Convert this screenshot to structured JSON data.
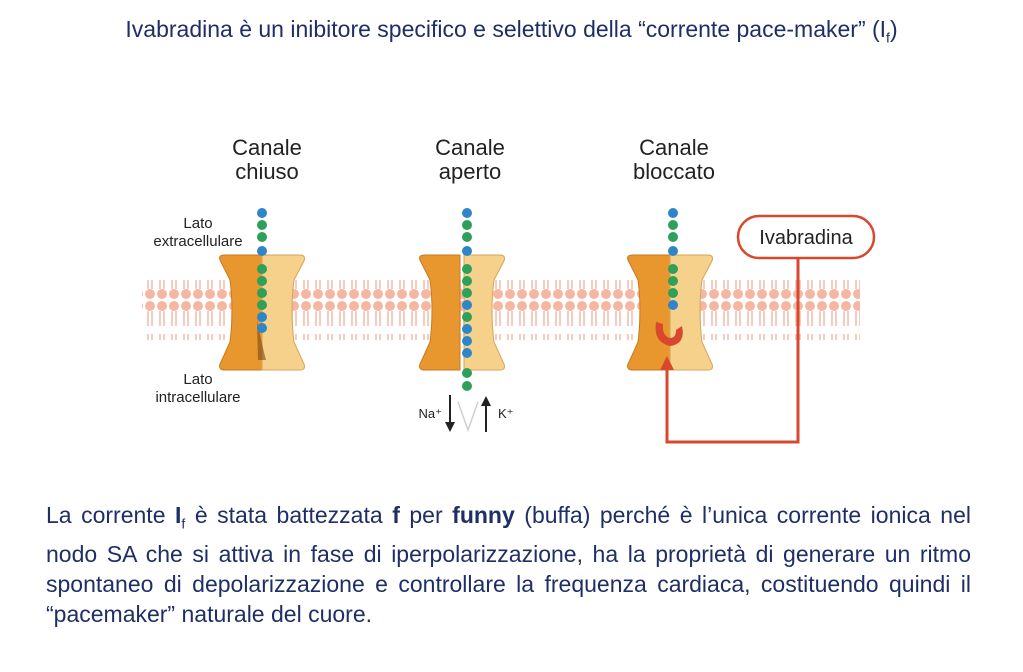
{
  "title": {
    "text_before": "Ivabradina è un inibitore specifico e selettivo della “corrente pace-maker” (I",
    "subscript": "f",
    "text_after": ")"
  },
  "diagram": {
    "channels": [
      {
        "line1": "Canale",
        "line2": "chiuso"
      },
      {
        "line1": "Canale",
        "line2": "aperto"
      },
      {
        "line1": "Canale",
        "line2": "bloccato"
      }
    ],
    "side_labels": {
      "extracellular": {
        "line1": "Lato",
        "line2": "extracellulare"
      },
      "intracellular": {
        "line1": "Lato",
        "line2": "intracellulare"
      }
    },
    "ions": {
      "sodium": "Na⁺",
      "potassium": "K⁺"
    },
    "drug_label": "Ivabradina",
    "colors": {
      "channel_dark": "#e8962e",
      "channel_light": "#f6d18c",
      "membrane": "#f5b7a3",
      "bead_blue": "#2e86c8",
      "bead_green": "#2ea05a",
      "drug_red": "#d9482c"
    }
  },
  "body": {
    "p1": "La corrente ",
    "i_letter": "I",
    "i_sub": "f",
    "p2": " è stata battezzata ",
    "f_letter": "f",
    "p3": " per ",
    "funny": "funny",
    "p4": " (buffa) perché è l’unica corrente ionica nel nodo SA che si attiva in fase di iperpolarizzazione, ha la proprietà di generare un ritmo spontaneo di depolarizzazione e controllare la frequenza cardiaca, costituendo quindi il “pacemaker” naturale del cuore."
  }
}
